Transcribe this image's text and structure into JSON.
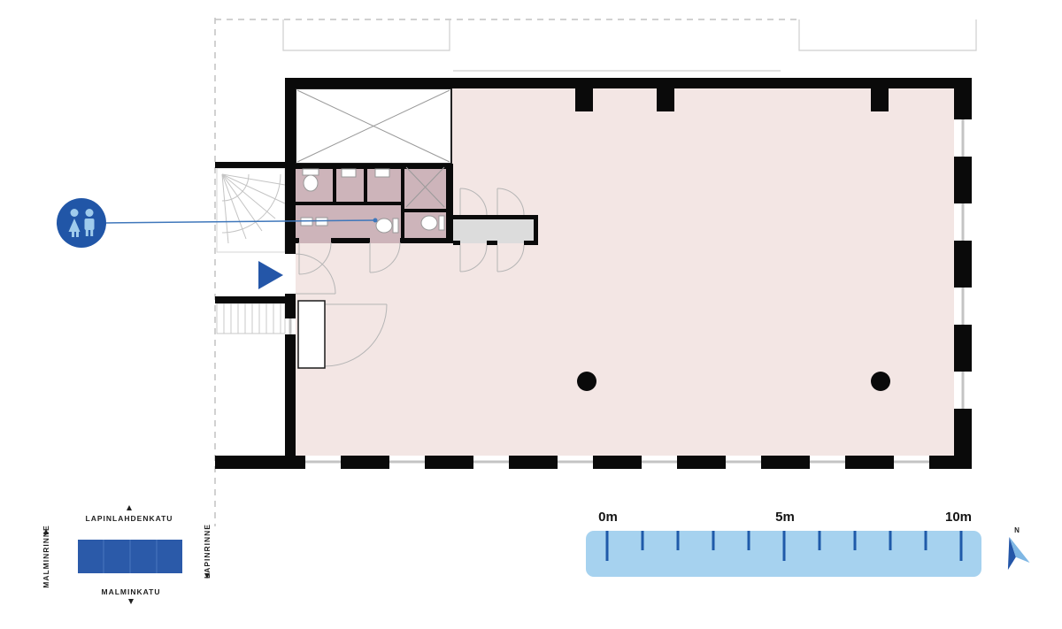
{
  "minimap": {
    "streets": {
      "top": "LAPINLAHDENKATU",
      "bottom": "MALMINKATU",
      "left": "MALMINRINNE",
      "right": "LAPINRINNE"
    }
  },
  "scale_bar": {
    "labels": [
      "0m",
      "5m",
      "10m"
    ]
  },
  "compass": {
    "label": "N"
  },
  "icons": {
    "wc": "wc-people-icon",
    "north": "compass-needle-icon",
    "entrance": "entrance-triangle-icon"
  },
  "colors": {
    "accent_blue": "#2456a8",
    "callout_blue": "#3f77bb",
    "scalebar_blue": "#a6d2ef",
    "tick_blue": "#1f5aa9",
    "floor_pink": "#f3e6e4",
    "wc_mauve": "#cdb4ba",
    "vestibule_gray": "#dcdcdc",
    "wall_black": "#0a0a0a"
  }
}
